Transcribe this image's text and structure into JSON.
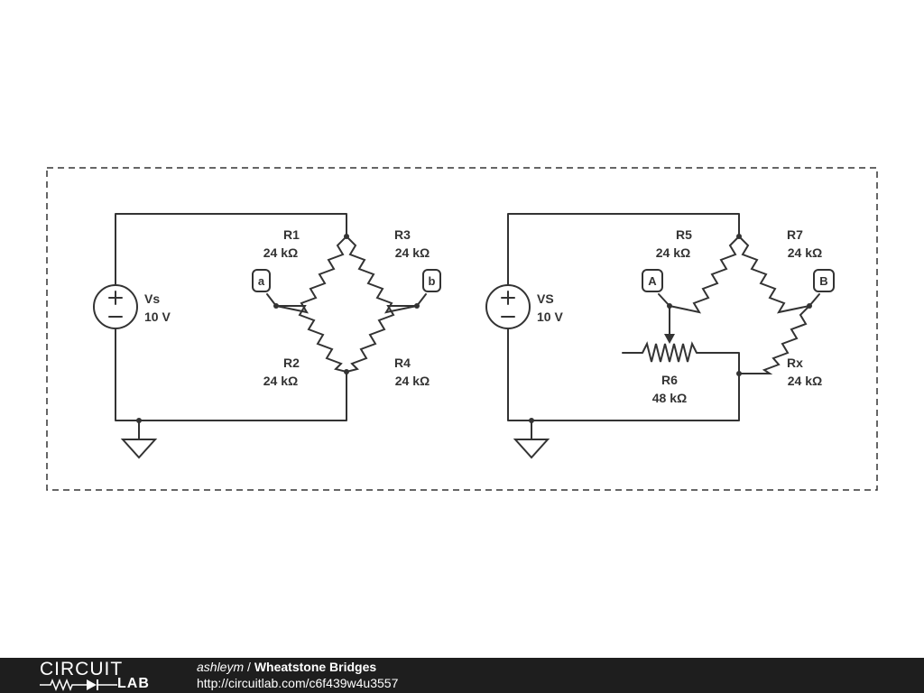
{
  "circuit1": {
    "source": {
      "name": "Vs",
      "value": "10 V"
    },
    "r1": {
      "name": "R1",
      "value": "24 kΩ"
    },
    "r2": {
      "name": "R2",
      "value": "24 kΩ"
    },
    "r3": {
      "name": "R3",
      "value": "24 kΩ"
    },
    "r4": {
      "name": "R4",
      "value": "24 kΩ"
    },
    "probe_a": "a",
    "probe_b": "b"
  },
  "circuit2": {
    "source": {
      "name": "VS",
      "value": "10 V"
    },
    "r5": {
      "name": "R5",
      "value": "24 kΩ"
    },
    "r6": {
      "name": "R6",
      "value": "48 kΩ"
    },
    "r7": {
      "name": "R7",
      "value": "24 kΩ"
    },
    "rx": {
      "name": "Rx",
      "value": "24 kΩ"
    },
    "probe_a": "A",
    "probe_b": "B"
  },
  "footer": {
    "logo_top": "CIRCUIT",
    "logo_bottom": "LAB",
    "author": "ashleym",
    "separator": " / ",
    "title": "Wheatstone Bridges",
    "url": "http://circuitlab.com/c6f439w4u3557"
  },
  "colors": {
    "ink": "#333333",
    "footer_bg": "#1e1e1e",
    "footer_text": "#ffffff"
  }
}
